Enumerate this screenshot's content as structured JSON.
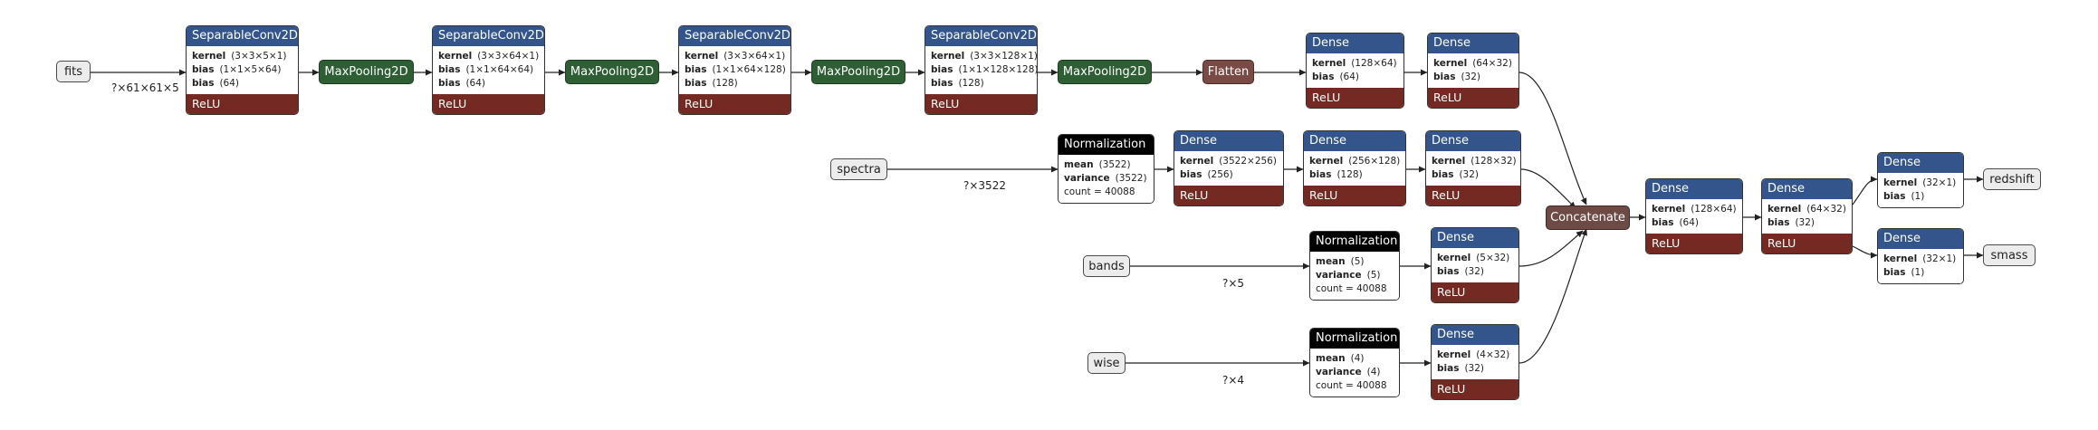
{
  "inputs": {
    "fits": "fits",
    "spectra": "spectra",
    "bands": "bands",
    "wise": "wise"
  },
  "shapes": {
    "fits": "?×61×61×5",
    "spectra": "?×3522",
    "bands": "?×5",
    "wise": "?×4"
  },
  "fits_branch": {
    "conv1": {
      "title": "SeparableConv2D",
      "kernel": "(3×3×5×1)",
      "bias_shape": "(1×1×5×64)",
      "bias": "(64)",
      "act": "ReLU"
    },
    "pool1": "MaxPooling2D",
    "conv2": {
      "title": "SeparableConv2D",
      "kernel": "(3×3×64×1)",
      "bias_shape": "(1×1×64×64)",
      "bias": "(64)",
      "act": "ReLU"
    },
    "pool2": "MaxPooling2D",
    "conv3": {
      "title": "SeparableConv2D",
      "kernel": "(3×3×64×1)",
      "bias_shape": "(1×1×64×128)",
      "bias": "(128)",
      "act": "ReLU"
    },
    "pool3": "MaxPooling2D",
    "conv4": {
      "title": "SeparableConv2D",
      "kernel": "(3×3×128×1)",
      "bias_shape": "(1×1×128×128)",
      "bias": "(128)",
      "act": "ReLU"
    },
    "pool4": "MaxPooling2D",
    "flatten": "Flatten",
    "dense1": {
      "title": "Dense",
      "kernel": "(128×64)",
      "bias": "(64)",
      "act": "ReLU"
    },
    "dense2": {
      "title": "Dense",
      "kernel": "(64×32)",
      "bias": "(32)",
      "act": "ReLU"
    }
  },
  "spectra_branch": {
    "norm": {
      "title": "Normalization",
      "mean": "(3522)",
      "variance": "(3522)",
      "count": "count = 40088"
    },
    "dense1": {
      "title": "Dense",
      "kernel": "(3522×256)",
      "bias": "(256)",
      "act": "ReLU"
    },
    "dense2": {
      "title": "Dense",
      "kernel": "(256×128)",
      "bias": "(128)",
      "act": "ReLU"
    },
    "dense3": {
      "title": "Dense",
      "kernel": "(128×32)",
      "bias": "(32)",
      "act": "ReLU"
    }
  },
  "bands_branch": {
    "norm": {
      "title": "Normalization",
      "mean": "(5)",
      "variance": "(5)",
      "count": "count = 40088"
    },
    "dense": {
      "title": "Dense",
      "kernel": "(5×32)",
      "bias": "(32)",
      "act": "ReLU"
    }
  },
  "wise_branch": {
    "norm": {
      "title": "Normalization",
      "mean": "(4)",
      "variance": "(4)",
      "count": "count = 40088"
    },
    "dense": {
      "title": "Dense",
      "kernel": "(4×32)",
      "bias": "(32)",
      "act": "ReLU"
    }
  },
  "head": {
    "concat": "Concatenate",
    "dense1": {
      "title": "Dense",
      "kernel": "(128×64)",
      "bias": "(64)",
      "act": "ReLU"
    },
    "dense2": {
      "title": "Dense",
      "kernel": "(64×32)",
      "bias": "(32)",
      "act": "ReLU"
    },
    "out_redshift": {
      "title": "Dense",
      "kernel": "(32×1)",
      "bias": "(1)"
    },
    "out_smass": {
      "title": "Dense",
      "kernel": "(32×1)",
      "bias": "(1)"
    }
  },
  "outputs": {
    "redshift": "redshift",
    "smass": "smass"
  },
  "field_labels": {
    "kernel": "kernel",
    "bias": "bias",
    "mean": "mean",
    "variance": "variance"
  }
}
